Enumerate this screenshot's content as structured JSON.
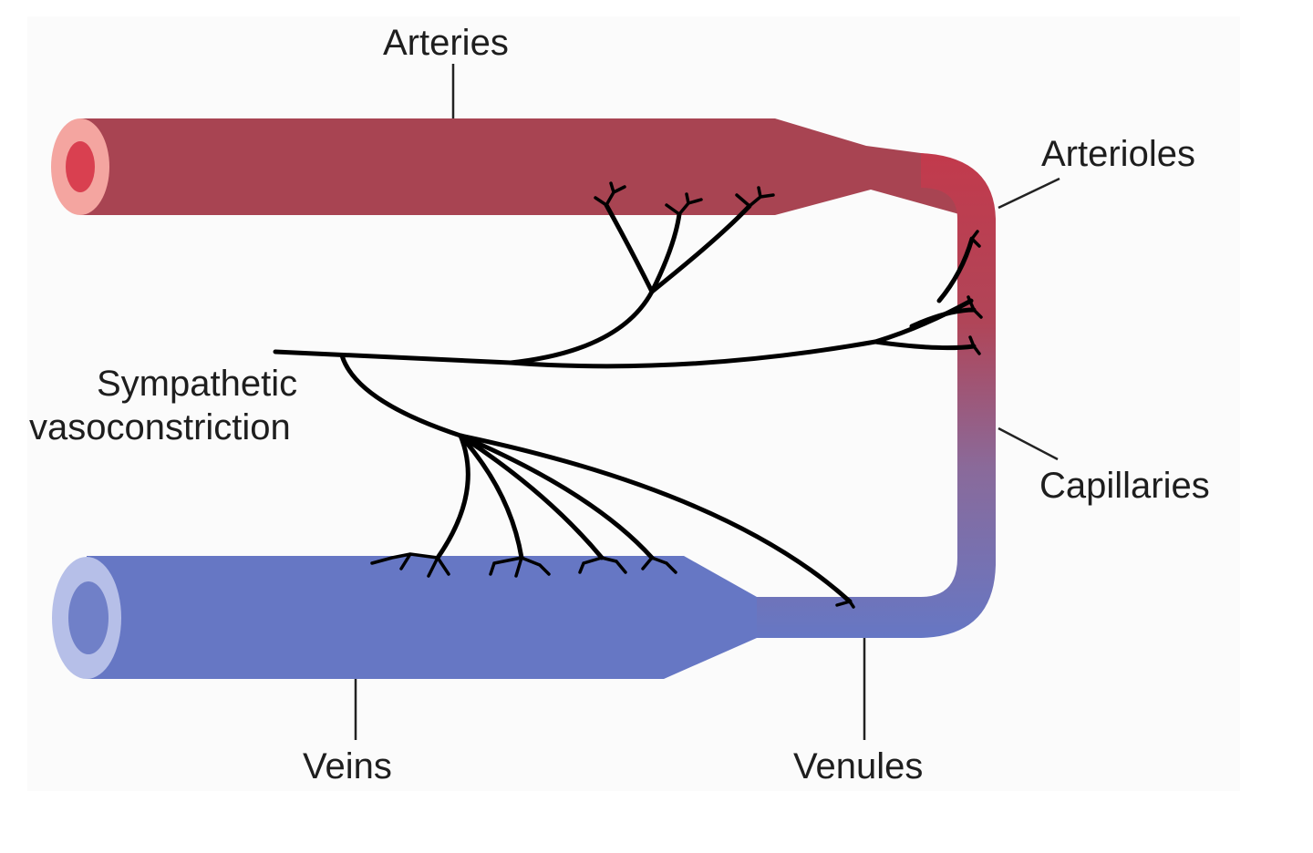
{
  "labels": {
    "arteries": "Arteries",
    "arterioles": "Arterioles",
    "sympathetic_line1": "Sympathetic",
    "sympathetic_line2": "vasoconstriction",
    "capillaries": "Capillaries",
    "veins": "Veins",
    "venules": "Venules"
  },
  "colors": {
    "artery": "#a84452",
    "artery_lumen_outer": "#f4a5a0",
    "artery_lumen_inner": "#d94050",
    "vein": "#6677c4",
    "vein_lumen_outer": "#b6bfe8",
    "vein_lumen_inner": "#7080c8",
    "nerve": "#000000"
  }
}
